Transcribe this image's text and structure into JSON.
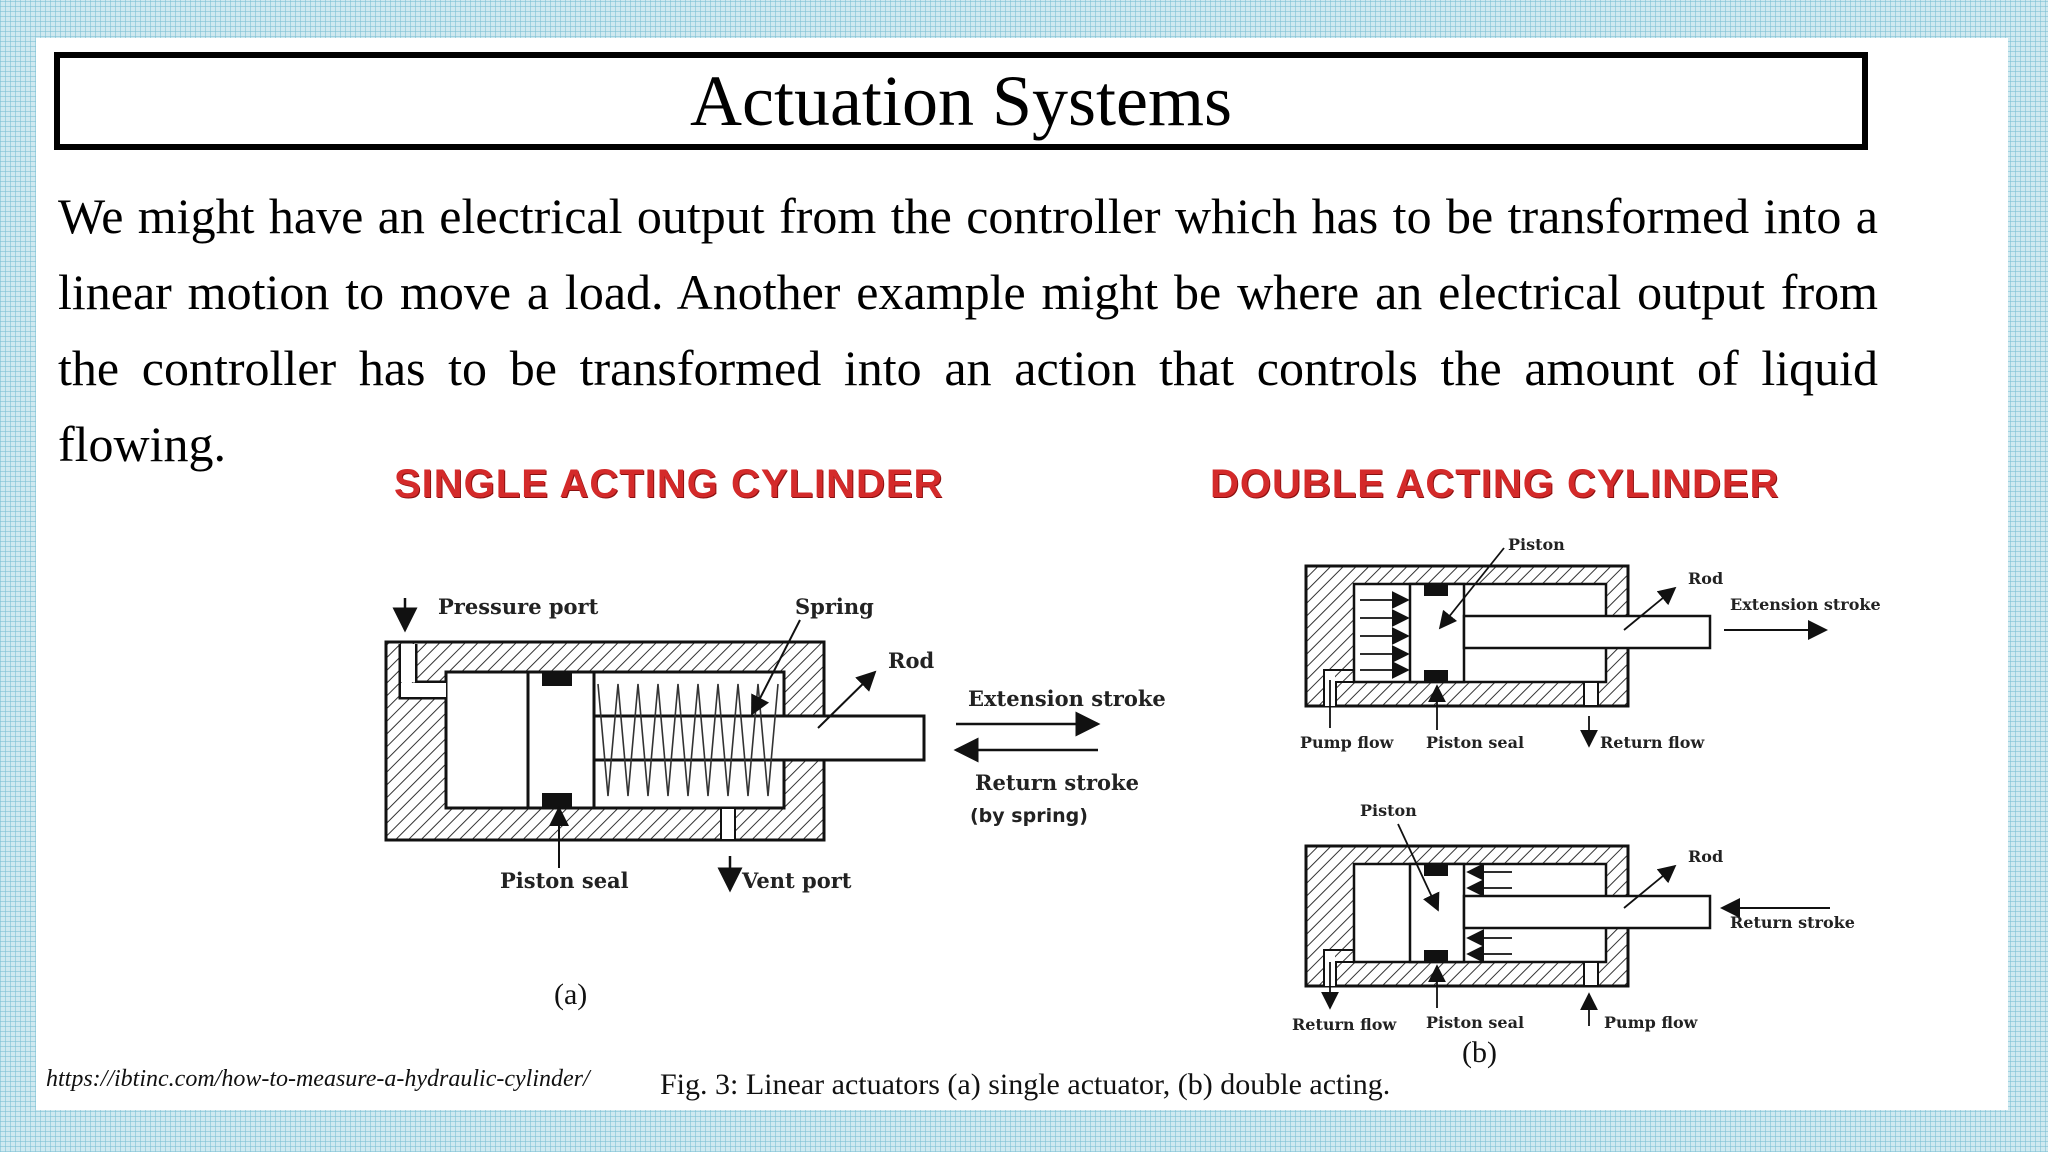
{
  "slide": {
    "title": "Actuation Systems",
    "body": "We might have an electrical output from the controller which has to be transformed into a linear motion to move a load. Another example might be where an electrical output from the controller has to be transformed into an action that controls the amount of liquid flowing.",
    "source_url": "https://ibtinc.com/how-to-measure-a-hydraulic-cylinder/",
    "figure_caption": "Fig. 3: Linear actuators (a) single actuator, (b) double acting.",
    "accent_color": "#d42a2a"
  },
  "single": {
    "title": "SINGLE ACTING CYLINDER",
    "pressure_port": "Pressure port",
    "spring": "Spring",
    "rod": "Rod",
    "extension_stroke": "Extension stroke",
    "return_stroke": "Return stroke",
    "by_spring": "(by spring)",
    "piston_seal": "Piston seal",
    "vent_port": "Vent port",
    "sublabel": "(a)"
  },
  "double": {
    "title": "DOUBLE ACTING CYLINDER",
    "top": {
      "piston": "Piston",
      "rod": "Rod",
      "extension_stroke": "Extension stroke",
      "pump_flow": "Pump flow",
      "piston_seal": "Piston seal",
      "return_flow": "Return flow"
    },
    "bottom": {
      "piston": "Piston",
      "rod": "Rod",
      "return_stroke": "Return stroke",
      "return_flow": "Return flow",
      "piston_seal": "Piston seal",
      "pump_flow": "Pump flow"
    },
    "sublabel": "(b)"
  }
}
